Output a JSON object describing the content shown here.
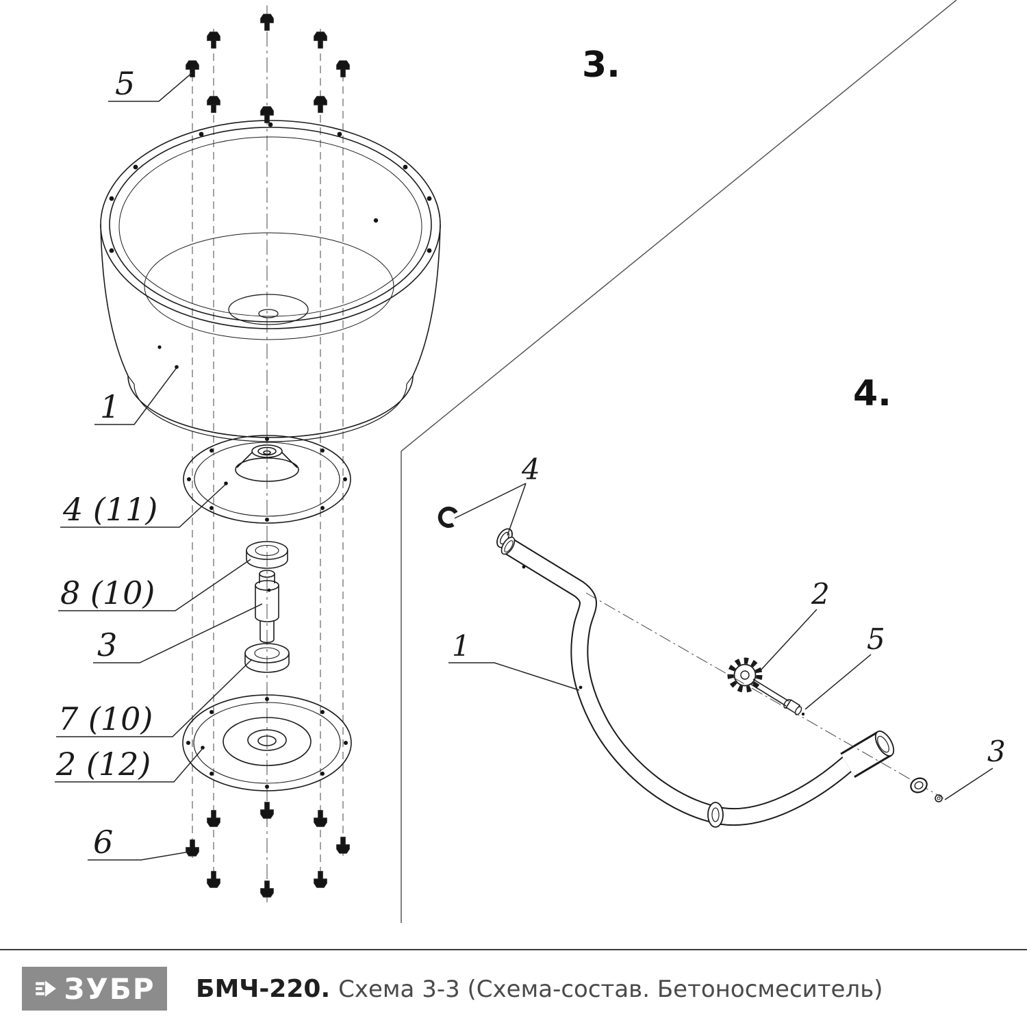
{
  "colors": {
    "line": "#1a1a1a",
    "separator": "#555555",
    "logo_bg": "#8c8c8c",
    "logo_text": "#ffffff",
    "caption_model": "#1f1f1f",
    "caption_rest": "#4a4a4a"
  },
  "fig3": {
    "number": "3.",
    "labels": [
      {
        "text": "5"
      },
      {
        "text": "1"
      },
      {
        "text": "4 (11)"
      },
      {
        "text": "8 (10)"
      },
      {
        "text": "3"
      },
      {
        "text": "7 (10)"
      },
      {
        "text": "2 (12)"
      },
      {
        "text": "6"
      }
    ]
  },
  "fig4": {
    "number": "4.",
    "labels": [
      {
        "text": "4"
      },
      {
        "text": "2"
      },
      {
        "text": "5"
      },
      {
        "text": "1"
      },
      {
        "text": "3"
      }
    ]
  },
  "footer": {
    "brand": "ЗУБР",
    "model": "БМЧ-220.",
    "caption": "Схема 3-3 (Схема-состав. Бетоносмеситель)"
  }
}
